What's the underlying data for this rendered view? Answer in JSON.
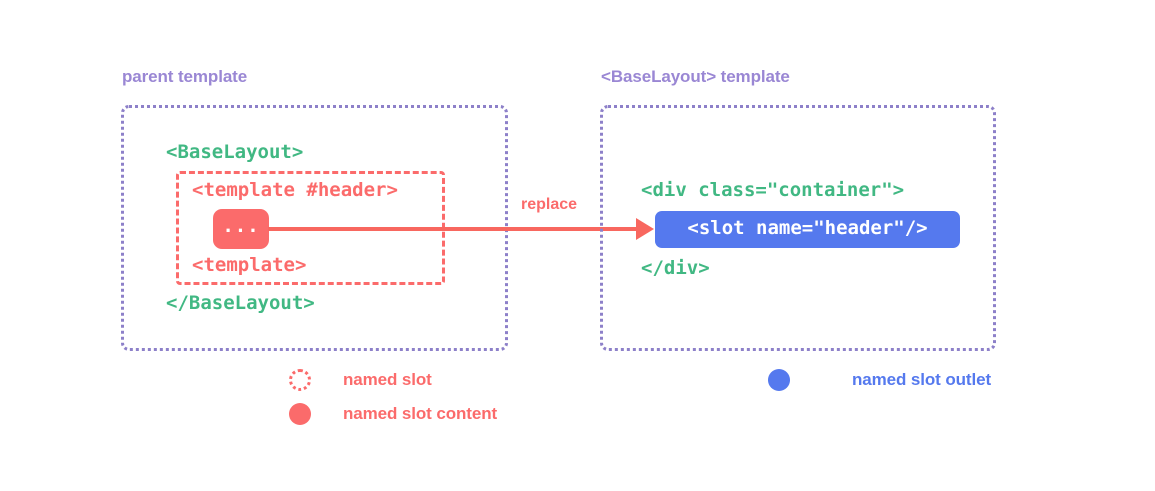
{
  "diagram": {
    "title_left": "parent template",
    "title_right": "<BaseLayout> template",
    "background_color": "#ffffff"
  },
  "colors": {
    "purple_label": "#9a87d4",
    "purple_border": "#8d80c9",
    "green_code": "#41b883",
    "red_accent": "#fb6b6b",
    "arrow_red": "#f8675f",
    "blue_accent": "#5579ee",
    "white_text": "#ffffff"
  },
  "parent_panel": {
    "label": "parent template",
    "code_open": "<BaseLayout>",
    "code_close": "</BaseLayout>",
    "slot_box": {
      "code_open": "<template #header>",
      "code_close": "<template>",
      "content_chip_text": "..."
    }
  },
  "base_panel": {
    "label": "<BaseLayout> template",
    "code_open": "<div class=\"container\">",
    "code_close": "</div>",
    "outlet_chip_text": "<slot name=\"header\"/>"
  },
  "connector": {
    "label": "replace",
    "direction": "left-to-right",
    "arrow_color": "#f8675f"
  },
  "legend": [
    {
      "id": "named-slot",
      "label": "named slot",
      "swatch": "dotted-circle-icon",
      "color": "#fb6b6b"
    },
    {
      "id": "named-slot-content",
      "label": "named slot content",
      "swatch": "filled-circle-icon",
      "color": "#fb6b6b"
    },
    {
      "id": "named-slot-outlet",
      "label": "named slot outlet",
      "swatch": "filled-circle-icon",
      "color": "#5579ee"
    }
  ]
}
